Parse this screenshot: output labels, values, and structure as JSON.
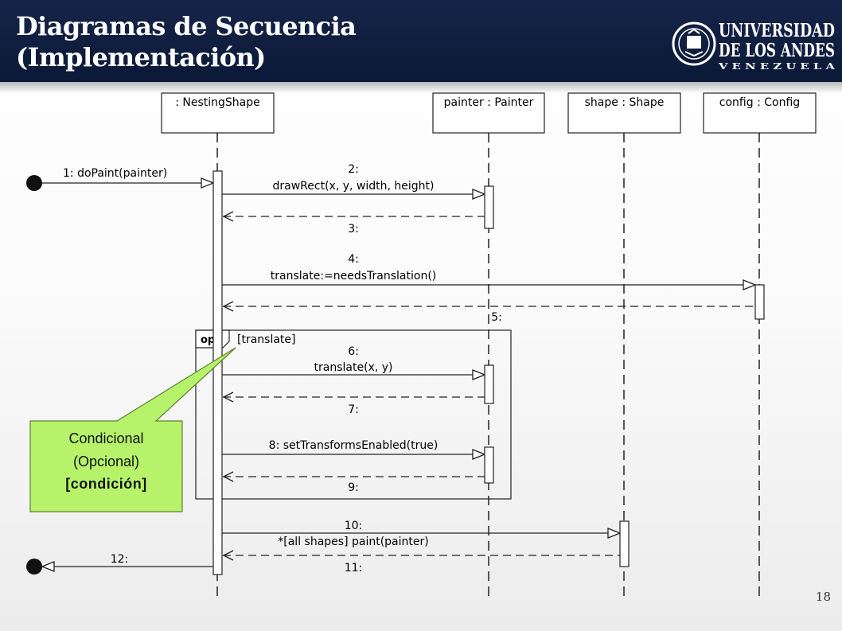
{
  "slide": {
    "title_line1": "Diagramas de Secuencia",
    "title_line2": "(Implementación)",
    "page_number": "18",
    "logo": {
      "line1": "UNIVERSIDAD",
      "line2": "DE LOS ANDES",
      "line3": "V E N E Z U E L A"
    }
  },
  "lifelines": [
    {
      "id": "nesting",
      "label": ": NestingShape"
    },
    {
      "id": "painter",
      "label": "painter : Painter"
    },
    {
      "id": "shape",
      "label": "shape : Shape"
    },
    {
      "id": "config",
      "label": "config : Config"
    }
  ],
  "messages": [
    {
      "id": "m1",
      "label": "1: doPaint(painter)",
      "type": "found-call"
    },
    {
      "id": "m2",
      "label_line1": "2:",
      "label_line2": "drawRect(x, y, width, height)",
      "type": "call"
    },
    {
      "id": "m3",
      "label": "3:",
      "type": "return"
    },
    {
      "id": "m4",
      "label_line1": "4:",
      "label_line2": "translate:=needsTranslation()",
      "type": "call"
    },
    {
      "id": "m5",
      "label": "5:",
      "type": "return"
    },
    {
      "id": "m6",
      "label_line1": "6:",
      "label_line2": "translate(x, y)",
      "type": "call"
    },
    {
      "id": "m7",
      "label": "7:",
      "type": "return"
    },
    {
      "id": "m8",
      "label": "8: setTransformsEnabled(true)",
      "type": "call"
    },
    {
      "id": "m9",
      "label": "9:",
      "type": "return"
    },
    {
      "id": "m10",
      "label_line1": "10:",
      "label_line2": "*[all shapes] paint(painter)",
      "type": "call"
    },
    {
      "id": "m11",
      "label": "11:",
      "type": "return"
    },
    {
      "id": "m12",
      "label": "12:",
      "type": "lost-return"
    }
  ],
  "fragment": {
    "operator": "opt",
    "guard": "[translate]"
  },
  "callout": {
    "line1": "Condicional",
    "line2": "(Opcional)",
    "line3": "[condición]",
    "fill_color": "#b6f36b"
  }
}
